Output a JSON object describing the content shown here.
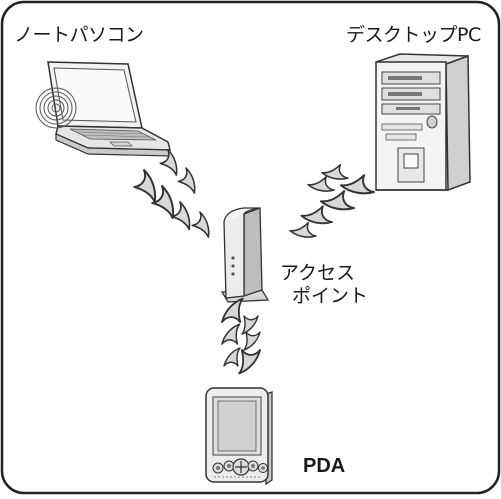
{
  "labels": {
    "laptop": "ノートパソコン",
    "desktop": "デスクトップPC",
    "access_point_line1": "アクセス",
    "access_point_line2": "ポイント",
    "pda": "PDA"
  },
  "colors": {
    "frame": "#222222",
    "wave_fill": "#cfcfcf",
    "wave_stroke": "#333333",
    "device_body": "#eeeeee",
    "device_dark": "#9a9a9a"
  },
  "icons": [
    "laptop-icon",
    "desktop-pc-icon",
    "access-point-icon",
    "pda-icon",
    "wireless-signal-icon"
  ]
}
